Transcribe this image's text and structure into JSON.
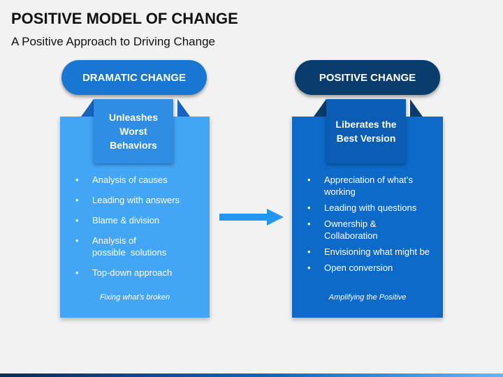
{
  "title": "POSITIVE MODEL OF CHANGE",
  "subtitle": "A Positive Approach to Driving Change",
  "colors": {
    "dramatic_pill": "#1976d2",
    "dramatic_panel": "#42a5f5",
    "dramatic_tab": "#2f8de4",
    "positive_pill": "#0a3d6e",
    "positive_panel": "#0d6ac9",
    "positive_tab": "#0b5cb4",
    "arrow": "#2196f3"
  },
  "dramatic": {
    "label": "DRAMATIC CHANGE",
    "tab": [
      "Unleashes",
      "Worst",
      "Behaviors"
    ],
    "items": [
      [
        "Analysis of causes"
      ],
      [
        "Leading with answers"
      ],
      [
        "Blame & division"
      ],
      [
        "Analysis of",
        "possible  solutions"
      ],
      [
        "Top-down approach"
      ]
    ],
    "footer": "Fixing what’s broken"
  },
  "positive": {
    "label": "POSITIVE CHANGE",
    "tab": [
      "Liberates the",
      "Best Version"
    ],
    "items": [
      [
        "Appreciation of what’s",
        "working"
      ],
      [
        "Leading with questions"
      ],
      [
        "Ownership &",
        "Collaboration"
      ],
      [
        "Envisioning what might be"
      ],
      [
        "Open conversion"
      ]
    ],
    "footer": "Amplifying the Positive"
  },
  "arrow_icon": "right-arrow-icon"
}
